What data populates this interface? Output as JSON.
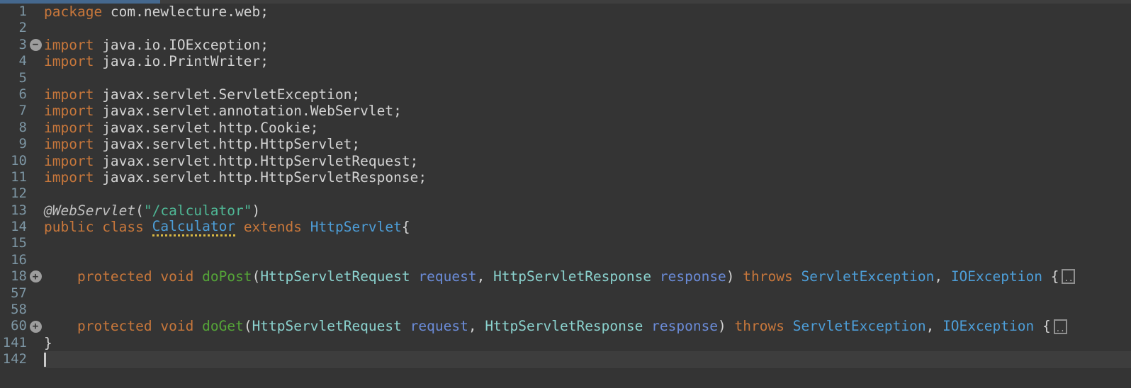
{
  "editor": {
    "background": "#343434",
    "tab_strip": {
      "bar_color": "#3e3e3e",
      "active_indicator_color": "#45688e",
      "active_indicator_width": 226
    },
    "colors": {
      "keyword": "#c8773b",
      "plain": "#d3d3d3",
      "string": "#4fb795",
      "type": "#4d9ed8",
      "typecyan": "#8bd3cf",
      "method": "#55a538",
      "param": "#6b8cd9",
      "annotation": "#bfbfbf",
      "classdef_underline": "#d9b844",
      "line_number": "#7d96a4",
      "current_line_highlight": "#3d3d3d",
      "fold_icon_bg": "#9d9d9d"
    },
    "icons": {
      "fold_expanded": "−",
      "fold_collapsed": "+",
      "fold_box_text": ".."
    },
    "lines": [
      {
        "number": "1",
        "tokens": [
          {
            "t": "package",
            "c": "keyword"
          },
          {
            "t": " com.newlecture.web;",
            "c": "plain"
          }
        ]
      },
      {
        "number": "2",
        "tokens": []
      },
      {
        "number": "3",
        "fold": "expanded",
        "tokens": [
          {
            "t": "import",
            "c": "keyword"
          },
          {
            "t": " java.io.IOException;",
            "c": "plain"
          }
        ]
      },
      {
        "number": "4",
        "tokens": [
          {
            "t": "import",
            "c": "keyword"
          },
          {
            "t": " java.io.PrintWriter;",
            "c": "plain"
          }
        ]
      },
      {
        "number": "5",
        "tokens": []
      },
      {
        "number": "6",
        "tokens": [
          {
            "t": "import",
            "c": "keyword"
          },
          {
            "t": " javax.servlet.ServletException;",
            "c": "plain"
          }
        ]
      },
      {
        "number": "7",
        "tokens": [
          {
            "t": "import",
            "c": "keyword"
          },
          {
            "t": " javax.servlet.annotation.WebServlet;",
            "c": "plain"
          }
        ]
      },
      {
        "number": "8",
        "tokens": [
          {
            "t": "import",
            "c": "keyword"
          },
          {
            "t": " javax.servlet.http.Cookie;",
            "c": "plain"
          }
        ]
      },
      {
        "number": "9",
        "tokens": [
          {
            "t": "import",
            "c": "keyword"
          },
          {
            "t": " javax.servlet.http.HttpServlet;",
            "c": "plain"
          }
        ]
      },
      {
        "number": "10",
        "tokens": [
          {
            "t": "import",
            "c": "keyword"
          },
          {
            "t": " javax.servlet.http.HttpServletRequest;",
            "c": "plain"
          }
        ]
      },
      {
        "number": "11",
        "tokens": [
          {
            "t": "import",
            "c": "keyword"
          },
          {
            "t": " javax.servlet.http.HttpServletResponse;",
            "c": "plain"
          }
        ]
      },
      {
        "number": "12",
        "tokens": []
      },
      {
        "number": "13",
        "tokens": [
          {
            "t": "@WebServlet",
            "c": "annotation"
          },
          {
            "t": "(",
            "c": "plain"
          },
          {
            "t": "\"/calculator\"",
            "c": "string"
          },
          {
            "t": ")",
            "c": "plain"
          }
        ]
      },
      {
        "number": "14",
        "tokens": [
          {
            "t": "public",
            "c": "keyword"
          },
          {
            "t": " ",
            "c": "plain"
          },
          {
            "t": "class",
            "c": "keyword"
          },
          {
            "t": " ",
            "c": "plain"
          },
          {
            "t": "Calculator",
            "c": "classdef"
          },
          {
            "t": " ",
            "c": "plain"
          },
          {
            "t": "extends",
            "c": "keyword"
          },
          {
            "t": " ",
            "c": "plain"
          },
          {
            "t": "HttpServlet",
            "c": "type"
          },
          {
            "t": "{",
            "c": "plain"
          }
        ]
      },
      {
        "number": "15",
        "tokens": []
      },
      {
        "number": "16",
        "tokens": []
      },
      {
        "number": "18",
        "fold": "collapsed",
        "fold_box": true,
        "tokens": [
          {
            "t": "    ",
            "c": "plain"
          },
          {
            "t": "protected",
            "c": "keyword"
          },
          {
            "t": " ",
            "c": "plain"
          },
          {
            "t": "void",
            "c": "keyword"
          },
          {
            "t": " ",
            "c": "plain"
          },
          {
            "t": "doPost",
            "c": "method"
          },
          {
            "t": "(",
            "c": "plain"
          },
          {
            "t": "HttpServletRequest",
            "c": "typecyan"
          },
          {
            "t": " ",
            "c": "plain"
          },
          {
            "t": "request",
            "c": "param"
          },
          {
            "t": ", ",
            "c": "plain"
          },
          {
            "t": "HttpServletResponse",
            "c": "typecyan"
          },
          {
            "t": " ",
            "c": "plain"
          },
          {
            "t": "response",
            "c": "param"
          },
          {
            "t": ") ",
            "c": "plain"
          },
          {
            "t": "throws",
            "c": "keyword"
          },
          {
            "t": " ",
            "c": "plain"
          },
          {
            "t": "ServletException",
            "c": "type"
          },
          {
            "t": ", ",
            "c": "plain"
          },
          {
            "t": "IOException",
            "c": "type"
          },
          {
            "t": " {",
            "c": "plain"
          }
        ]
      },
      {
        "number": "57",
        "tokens": []
      },
      {
        "number": "58",
        "tokens": []
      },
      {
        "number": "60",
        "fold": "collapsed",
        "fold_box": true,
        "tokens": [
          {
            "t": "    ",
            "c": "plain"
          },
          {
            "t": "protected",
            "c": "keyword"
          },
          {
            "t": " ",
            "c": "plain"
          },
          {
            "t": "void",
            "c": "keyword"
          },
          {
            "t": " ",
            "c": "plain"
          },
          {
            "t": "doGet",
            "c": "method"
          },
          {
            "t": "(",
            "c": "plain"
          },
          {
            "t": "HttpServletRequest",
            "c": "typecyan"
          },
          {
            "t": " ",
            "c": "plain"
          },
          {
            "t": "request",
            "c": "param"
          },
          {
            "t": ", ",
            "c": "plain"
          },
          {
            "t": "HttpServletResponse",
            "c": "typecyan"
          },
          {
            "t": " ",
            "c": "plain"
          },
          {
            "t": "response",
            "c": "param"
          },
          {
            "t": ") ",
            "c": "plain"
          },
          {
            "t": "throws",
            "c": "keyword"
          },
          {
            "t": " ",
            "c": "plain"
          },
          {
            "t": "ServletException",
            "c": "type"
          },
          {
            "t": ", ",
            "c": "plain"
          },
          {
            "t": "IOException",
            "c": "type"
          },
          {
            "t": " {",
            "c": "plain"
          }
        ]
      },
      {
        "number": "141",
        "tokens": [
          {
            "t": "}",
            "c": "plain"
          }
        ]
      },
      {
        "number": "142",
        "current": true,
        "cursor": true,
        "tokens": []
      }
    ]
  }
}
